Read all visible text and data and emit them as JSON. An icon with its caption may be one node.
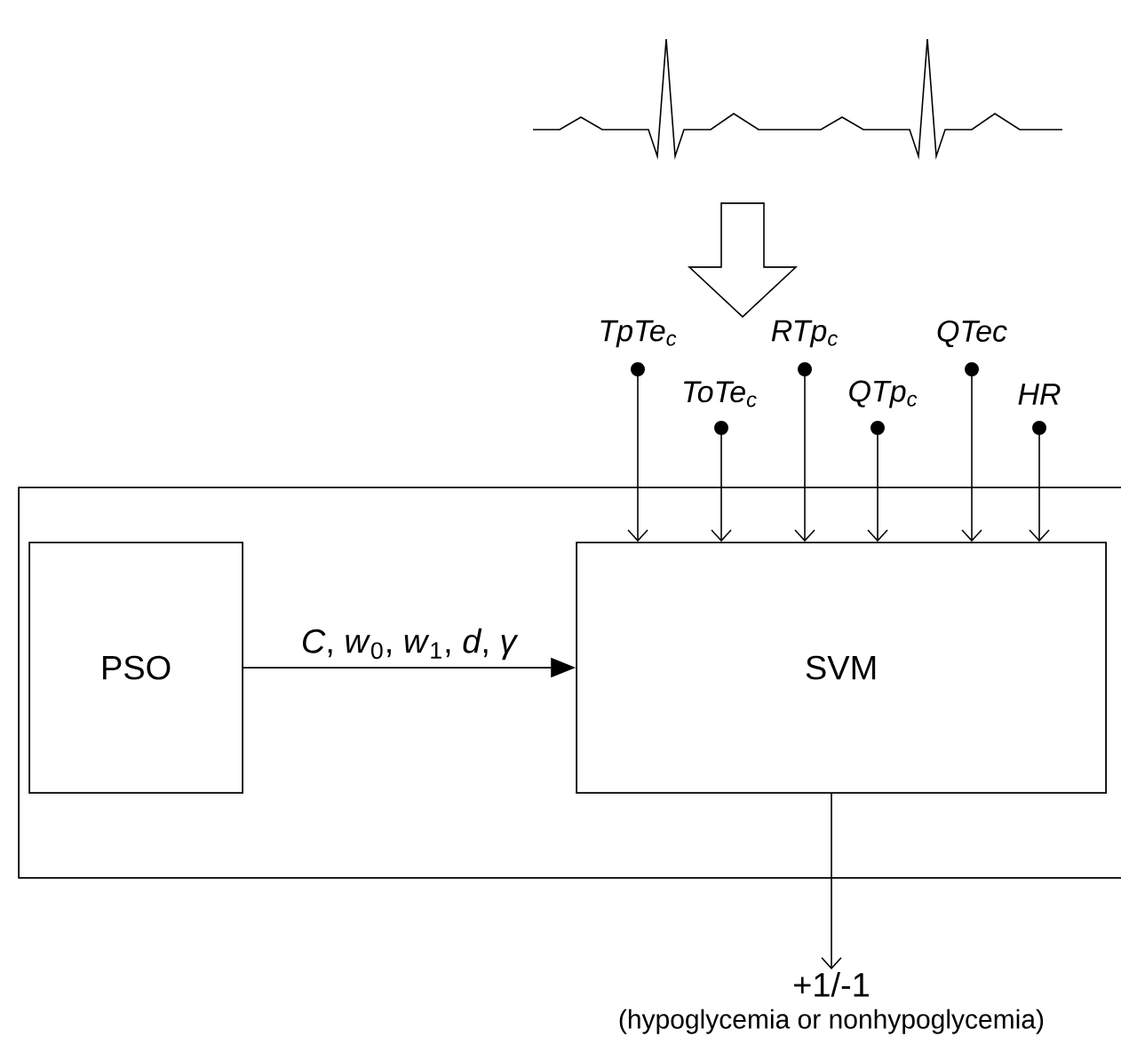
{
  "diagram": {
    "nodes": [
      {
        "text": [],
        "shape": "box"
      },
      {
        "text": [
          "PSO"
        ],
        "in": 0
      },
      {
        "text": [
          "SVM"
        ],
        "in": 0
      },
      {
        "text": [],
        "shape": "picture"
      },
      {
        "text": [
          "TpTe$_{c}$"
        ]
      },
      {
        "text": [
          "ToTe$_{c}$"
        ]
      },
      {
        "text": [
          "RTp$_{c}$"
        ]
      },
      {
        "text": [
          "QTp$_{c}$"
        ]
      },
      {
        "text": [
          "QTec"
        ]
      },
      {
        "text": [
          "HR"
        ]
      },
      {
        "text": [
          "+1/-1",
          "(hypoglycemia or nonhypoglycemia)"
        ]
      }
    ],
    "edges": [
      {
        "from": 1,
        "to": 2,
        "arrow": "to",
        "label": "*C*, *w*$_{0}$, *w*$_{1}$, *d*, *γ*"
      },
      {
        "from": 3,
        "to": null,
        "arrow": "to"
      },
      {
        "from": 4,
        "to": 2,
        "arrow": "to"
      },
      {
        "from": 5,
        "to": 2,
        "arrow": "to"
      },
      {
        "from": 6,
        "to": 2,
        "arrow": "to"
      },
      {
        "from": 7,
        "to": 2,
        "arrow": "to"
      },
      {
        "from": 8,
        "to": 2,
        "arrow": "to"
      },
      {
        "from": 9,
        "to": 2,
        "arrow": "to"
      },
      {
        "from": 2,
        "to": 10,
        "arrow": "to"
      }
    ]
  }
}
